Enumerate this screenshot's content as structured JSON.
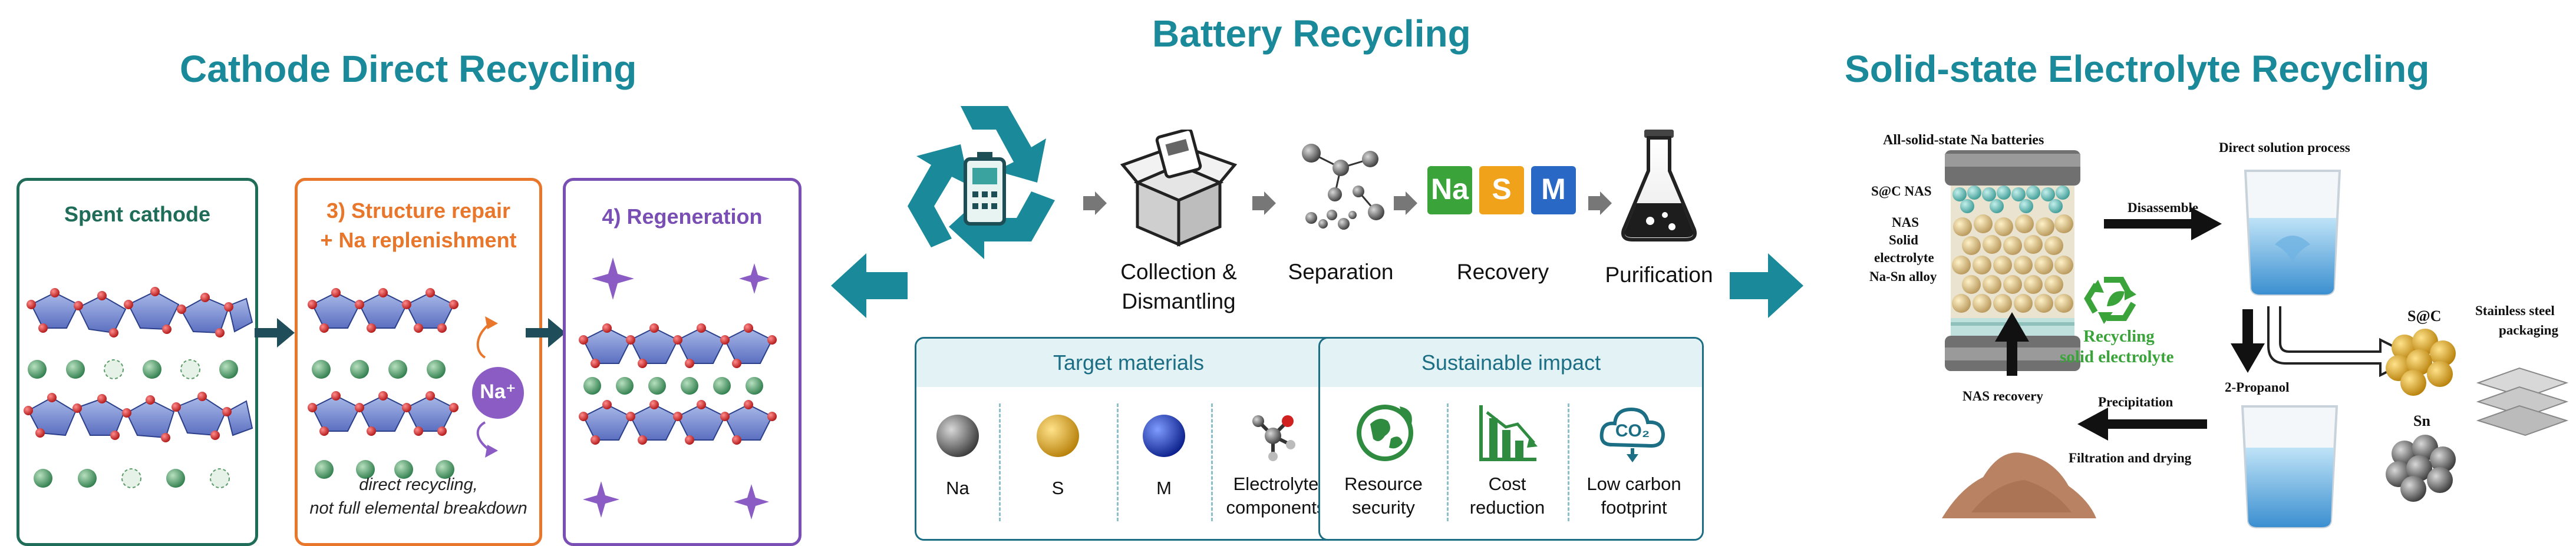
{
  "title_left": "Cathode Direct Recycling",
  "title_center": "Battery Recycling",
  "title_right": "Solid-state Electrolyte Recycling",
  "cathode": {
    "panel1_title": "Spent cathode",
    "panel2_title_line1": "3) Structure repair",
    "panel2_title_line2": "+ Na replenishment",
    "ion_label": "Na⁺",
    "note_line1": "direct recycling,",
    "note_line2": "not full elemental breakdown",
    "panel3_title": "4) Regeneration"
  },
  "steps": [
    {
      "line1": "Collection &",
      "line2": "Dismantling"
    },
    {
      "line1": "Separation",
      "line2": ""
    },
    {
      "line1": "Recovery",
      "line2": ""
    },
    {
      "line1": "Purification",
      "line2": ""
    }
  ],
  "nasm_letters": [
    "Na",
    "S",
    "M"
  ],
  "target_materials": {
    "header": "Target materials",
    "items": [
      {
        "line1": "Na",
        "line2": ""
      },
      {
        "line1": "S",
        "line2": ""
      },
      {
        "line1": "M",
        "line2": ""
      },
      {
        "line1": "Electrolyte",
        "line2": "components"
      }
    ]
  },
  "sustainable_impact": {
    "header": "Sustainable impact",
    "items": [
      {
        "line1": "Resource",
        "line2": "security"
      },
      {
        "line1": "Cost",
        "line2": "reduction"
      },
      {
        "line1": "Low carbon",
        "line2": "footprint"
      }
    ],
    "co2_label": "CO₂"
  },
  "sse": {
    "battery_title": "All-solid-state Na batteries",
    "label_snc_nas": "S@C NAS",
    "label_nas_l1": "NAS",
    "label_nas_l2": "Solid",
    "label_nas_l3": "electrolyte",
    "label_alloy": "Na-Sn alloy",
    "disassemble": "Disassemble",
    "direct_solution": "Direct solution process",
    "recycle_line1": "Recycling",
    "recycle_line2": "solid electrolyte",
    "snc": "S@C",
    "sn": "Sn",
    "steel_line1": "Stainless steel",
    "steel_line2": "packaging",
    "propanol": "2-Propanol",
    "precipitation": "Precipitation",
    "filtration": "Filtration and drying",
    "nas_recovery": "NAS recovery"
  },
  "colors": {
    "teal": "#1a8a9a",
    "orange": "#e8762b",
    "purple": "#7a4fb5",
    "green_dark": "#1f6d58",
    "recycle_green": "#3aa33a"
  }
}
